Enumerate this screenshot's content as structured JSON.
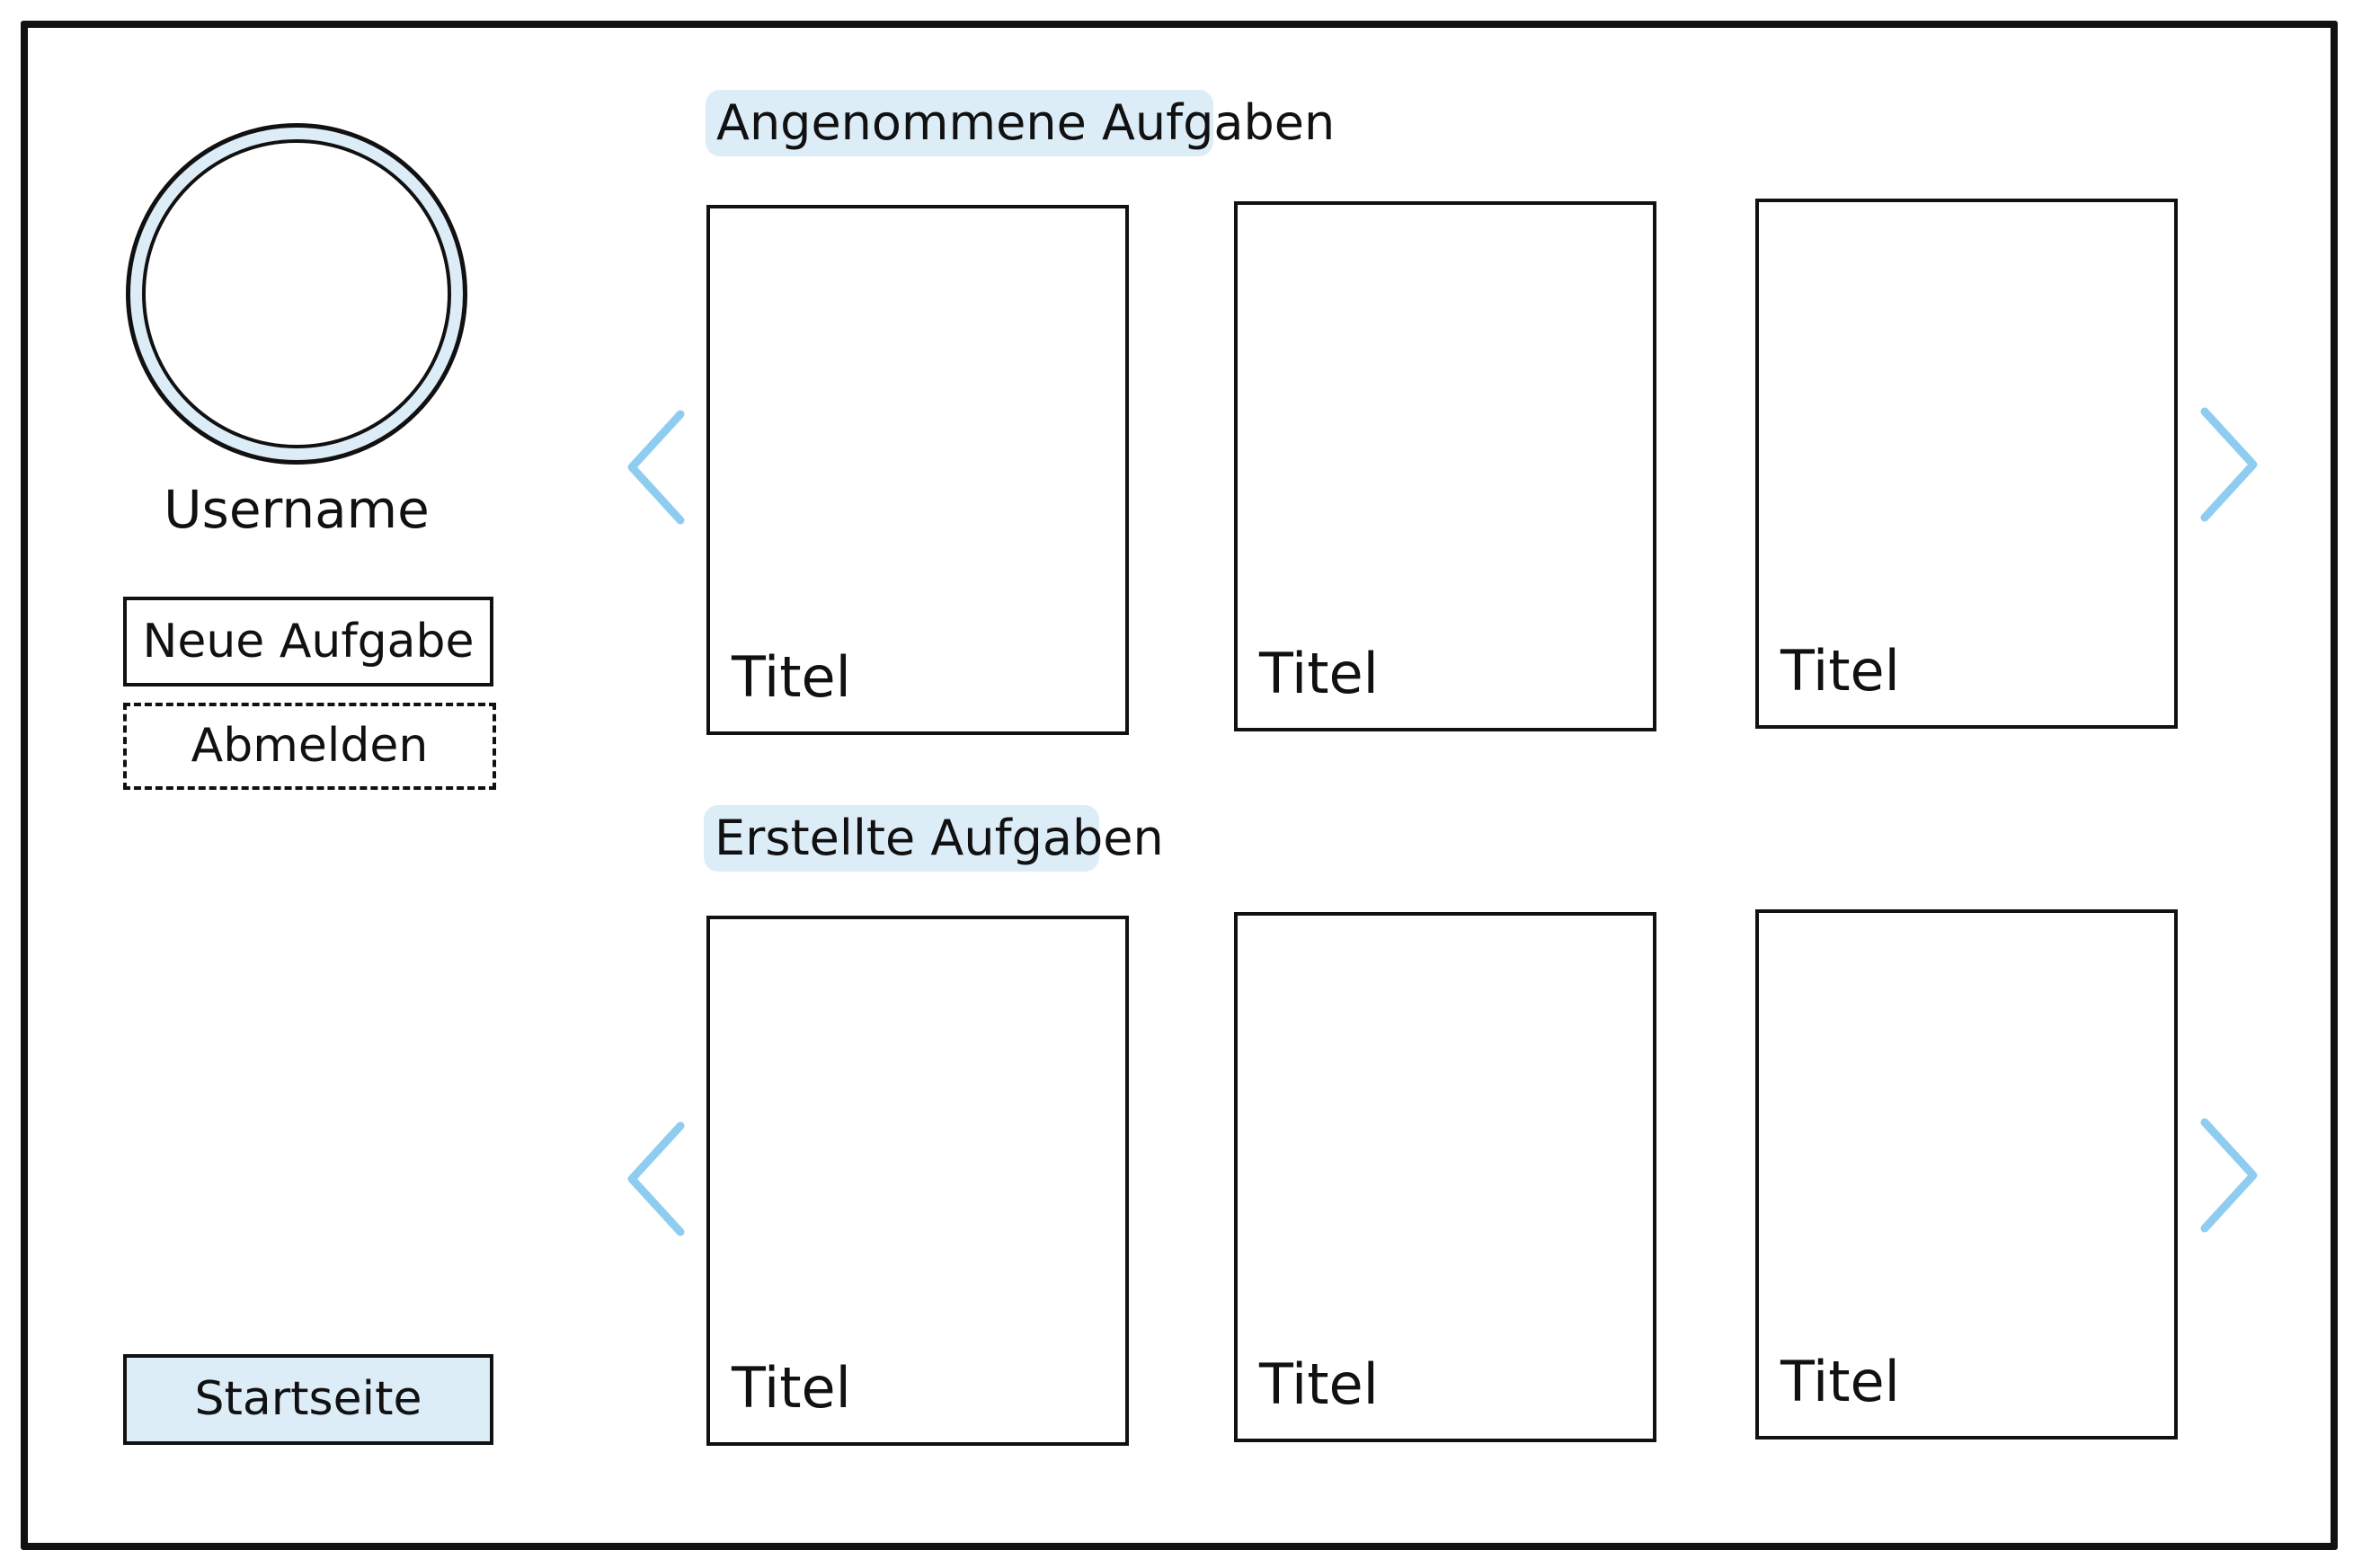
{
  "profile": {
    "username": "Username"
  },
  "buttons": {
    "new_task": "Neue Aufgabe",
    "logout": "Abmelden",
    "home": "Startseite"
  },
  "sections": {
    "accepted": {
      "title": "Angenommene Aufgaben",
      "cards": [
        {
          "title": "Titel"
        },
        {
          "title": "Titel"
        },
        {
          "title": "Titel"
        }
      ]
    },
    "created": {
      "title": "Erstellte Aufgaben",
      "cards": [
        {
          "title": "Titel"
        },
        {
          "title": "Titel"
        },
        {
          "title": "Titel"
        }
      ]
    }
  },
  "icons": {
    "prev": "chevron-left-icon",
    "next": "chevron-right-icon"
  },
  "colors": {
    "accent_light": "#dcedf8",
    "arrow": "#8fcdf0",
    "ink": "#111111"
  }
}
